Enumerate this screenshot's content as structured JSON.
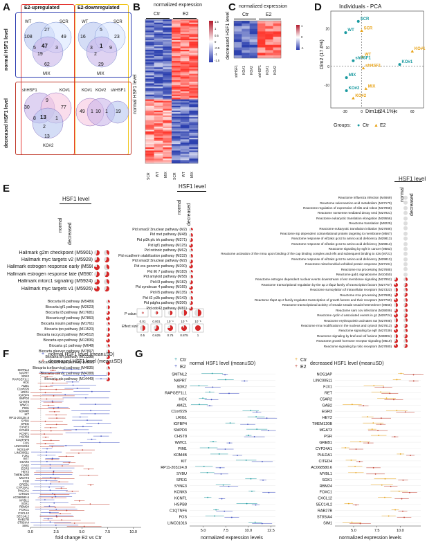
{
  "panels": {
    "A": "A",
    "B": "B",
    "C": "C",
    "D": "D",
    "E": "E",
    "F": "F",
    "G": "G"
  },
  "panelA": {
    "up_title": "E2-upregulated",
    "down_title": "E2-downregulated",
    "row_normal": "normal HSF1 level",
    "row_decreased": "decreased HSF1 level",
    "venn_up_normal": {
      "labels": [
        "WT",
        "SCR",
        "MIX"
      ],
      "nums": [
        "108",
        "27",
        "49",
        "5",
        "47",
        "3",
        "19",
        "62"
      ]
    },
    "venn_down_normal": {
      "labels": [
        "WT",
        "SCR",
        "MIX"
      ],
      "nums": [
        "16",
        "5",
        "23",
        "3",
        "1",
        "9",
        "2",
        "29"
      ]
    },
    "venn_up_decr": {
      "labels": [
        "shHSF1",
        "KO#1",
        "KO#2"
      ],
      "nums": [
        "30",
        "9",
        "77",
        "13",
        "8",
        "1",
        "2",
        "13"
      ]
    },
    "venn_down_decr": {
      "labels": [
        "KO#1",
        "KO#2",
        "shHSF1"
      ],
      "nums": [
        "49",
        "1",
        "10",
        "1",
        "19"
      ]
    }
  },
  "panelB": {
    "title": "normalized expression",
    "ctr": "Ctr",
    "e2": "E2",
    "side": "normal HSF1 level",
    "cols": [
      "SCR",
      "WT",
      "MIX",
      "SCR",
      "WT",
      "MIX"
    ],
    "scale": [
      "1.5",
      "1",
      "0.5",
      "0",
      "-0.5",
      "-1",
      "-1.5"
    ]
  },
  "panelC": {
    "title": "normalized expression",
    "ctr": "Ctr",
    "e2": "E2",
    "side": "decreased HSF1 level",
    "cols": [
      "shHSF1",
      "KO#1",
      "KO#2",
      "shHSF1",
      "KO#1",
      "KO#2"
    ],
    "scale": [
      "1",
      "0",
      "-1"
    ]
  },
  "panelD": {
    "title": "Individuals - PCA",
    "xlabel": "Dim1 (24.1%)",
    "ylabel": "Dim2 (17.6%)",
    "groups_label": "Groups:",
    "legend": [
      {
        "name": "Ctr",
        "color": "#1a9aa0"
      },
      {
        "name": "E2",
        "color": "#e8a317"
      }
    ],
    "xticks": [
      "-20",
      "0",
      "20",
      "40",
      "60"
    ],
    "yticks": [
      "20",
      "10",
      "0",
      "-10"
    ],
    "points": [
      {
        "label": "SCR",
        "g": "Ctr",
        "x": -4,
        "y": 24
      },
      {
        "label": "SCR",
        "g": "E2",
        "x": 0,
        "y": 19
      },
      {
        "label": "WT",
        "g": "Ctr",
        "x": -19,
        "y": 18
      },
      {
        "label": "KO#1",
        "g": "E2",
        "x": 60,
        "y": 8
      },
      {
        "label": "WT",
        "g": "E2",
        "x": 1,
        "y": 5
      },
      {
        "label": "shHSF1",
        "g": "Ctr",
        "x": -10,
        "y": 3
      },
      {
        "label": "KO#1",
        "g": "Ctr",
        "x": 45,
        "y": 1
      },
      {
        "label": "shHSF1",
        "g": "E2",
        "x": 2,
        "y": -1
      },
      {
        "label": "MIX",
        "g": "Ctr",
        "x": -18,
        "y": -6
      },
      {
        "label": "MIX",
        "g": "E2",
        "x": 5,
        "y": -12
      },
      {
        "label": "KO#2",
        "g": "Ctr",
        "x": -18,
        "y": -13
      },
      {
        "label": "KO#2",
        "g": "E2",
        "x": -10,
        "y": -17
      }
    ]
  },
  "panelE": {
    "hsf1_level": "HSF1 level",
    "normal": "normal",
    "decreased": "decreased",
    "hallmark": [
      "Hallmark g2m checkpoint (M5901)",
      "Hallmark myc targets v2 (M5928)",
      "Hallmark estrogen response early (M5906)",
      "Hallmark estrogen response late (M5907)",
      "Hallmark mtorc1 signaling (M5924)",
      "Hallmark myc targets v1 (M5926)"
    ],
    "biocarta": [
      "Biocarta il6 pathway (M5489)",
      "Biocarta igf1 pathway (M2623)",
      "Biocarta il3 pathway (M17681)",
      "Biocarta ngf pathway (M7860)",
      "Biocarta insulin pathway (M1761)",
      "Biocarta tpo pathway (M11520)",
      "Biocarta raccycd pathway (M14512)",
      "Biocarta epo pathway (M12836)",
      "Biocarta g1 pathway (M648)",
      "Biocarta gleevec pathway (M7897)",
      "Biocarta arf pathway (M11358)",
      "Biocarta p38mapk pathway (M862)",
      "Biocarta tcellsurvival pathway (M4835)",
      "Biocarta cdmac pathway (M4388)",
      "Biocarta ets pathway (M14449)"
    ],
    "pid": [
      "Pid smad2 3nuclear pathway (M2)",
      "Pid met pathway (M48)",
      "Pid pi3k plc trk pathway (M271)",
      "Pid igf1 pathway (M125)",
      "Pid retinoic pathway (M62)",
      "Pid ecadherin stabilization pathway (M232)",
      "Pid smad2 3nuclear pathway (M2)",
      "Pid era genomic pathway (M200)",
      "Pid il6 7 pathway (M183)",
      "Pid amyloid pathway (M58)",
      "Pid il3 pathway (M182)",
      "Pid syndecan 4 pathway (M165)",
      "Pid il5 pathway (M135)",
      "Pid il2 pi3k pathway (M143)",
      "Pid pdgfra pathway (M206)",
      "Pid cdc42 pathway (M81)"
    ],
    "pvalue_label": "P value:",
    "pvalues": [
      "0.01",
      "0.001",
      "10⁻⁴",
      "10⁻⁵",
      "10⁻⁶"
    ],
    "effect_label": "Effect size:",
    "effects": [
      "0.5",
      "0.625",
      "0.75",
      "0.875",
      "1"
    ],
    "reactome": [
      "Reactome influenza infection (M4669)",
      "Reactome selenoamino acid metabolism (M27170)",
      "Reactome regulation of expression of slits and robos (M27968)",
      "Reactome nonsense mediated decay nmd (M27921)",
      "Reactome eukaryotic translation elongation (M29556)",
      "Reactome translation (M8229)",
      "Reactome eukaryotic translation initiation (M27686)",
      "Reactome srp dependent cotranslational protein targeting to membrane (M567)",
      "Reactome response of eif2ak4 gcn2 to amino acid deficiency (M29813)",
      "Reactome response of eif2ak4 gcn2 to amino acid deficiency (M29813)",
      "Reactome signaling by egfr in cancer (M563)",
      "Reactome activation of the mrna upon binding of the cap binding complex and eifs and subsequent binding to 43s (M721)",
      "Reactome response of eif2ak4 gcn2 to amino acid deficiency (M29813)",
      "Reactome mitochondrial unfolded protein response (M27191)",
      "Reactome rna processing (M27685)",
      "Reactome gab1 signalosome (M10450)",
      "Reactome estrogen dependent nuclear events downstream of esr membrane signaling (M27952)",
      "Reactome transcriptional regulation by the ap 2 tfap2 family of transcription factors (M27757)",
      "Reactome sumoylation of intracellular receptors (M27323)",
      "Reactome rrna processing (M27685)",
      "Reactome tfap2 ap 2 family regulates transcription of growth factors and their receptors (M27760)",
      "Reactome transcriptional activity of smad2 smad3 smad4 heterotrimer (M665)",
      "Reactome sars cov infections (M39009)",
      "Reactome cyclin d associated events in g1 (M29724)",
      "Reactome erythropoietin activates ras (M27908)",
      "Reactome rrna modification in the nucleus and cytosol (M27613)",
      "Reactome signaling by egfr (M27039)",
      "Reactome signaling by braf and raf fusions (M38994)",
      "Reactome growth hormone receptor signaling (M519)",
      "Reactome signaling by robo receptors (M27880)"
    ]
  },
  "panelF": {
    "legend_normal": "normal HSF1 level (mean±SD)",
    "legend_decreased": "decreased HSF1 level (mean±SD)",
    "xlabel": "fold change E2 vs Ctr",
    "xticks": [
      "0.0",
      "2.5",
      "5.0",
      "7.5",
      "10.0"
    ],
    "genes": [
      "SMTNL2",
      "NAPRT",
      "SDK2",
      "RAPGEF1L1",
      "HCK",
      "AMZ1",
      "C1orf226",
      "LRIG1",
      "IGFBP4",
      "SMPD3",
      "CHST8",
      "WWC1",
      "PIM1",
      "KDM4B",
      "KIT",
      "RP11-203J24.8",
      "SYBU",
      "SPEG",
      "SYNE3",
      "KCNK6",
      "KCNF1",
      "HSPB8",
      "C1QTNF6",
      "FOS",
      "LINC01016",
      "NOS1AP",
      "LINC00511",
      "FJX1",
      "RET",
      "C5AR2",
      "GAB2",
      "EGR3",
      "HEY2",
      "TMEM120B",
      "MGAT3",
      "PGR",
      "GREB1",
      "CYP24A1",
      "PHLDA1",
      "CITED4",
      "AC068580.6",
      "MYBL1",
      "SGK1",
      "RBM24",
      "FOXC1",
      "CXCL12",
      "SEC14L2",
      "RAB27B",
      "ST8SIA4",
      "SIM1"
    ]
  },
  "panelG": {
    "ctr": "Ctr",
    "e2": "E2",
    "title_normal": "normal HSF1 level (mean±SD)",
    "title_decreased": "decreased HSF1 level (mean±SD)",
    "xlabel": "normalized expression levels",
    "xticks_left": [
      "5.0",
      "7.5",
      "10.0",
      "12.5"
    ],
    "xticks_right": [
      "5.0",
      "7.5",
      "10.0"
    ],
    "genes_left": [
      "SMTNL2",
      "NAPRT",
      "SDK2",
      "RAPGEF1L1",
      "HCK",
      "AMZ1",
      "C1orf226",
      "LRIG1",
      "IGFBP4",
      "SMPD3",
      "CHST8",
      "WWC1",
      "PIM1",
      "KDM4B",
      "KIT",
      "RP11-203J24.8",
      "SYBU",
      "SPEG",
      "SYNE3",
      "KCNK6",
      "KCNF1",
      "HSPB8",
      "C1QTNF6",
      "FOS",
      "LINC01016"
    ],
    "genes_right": [
      "NOS1AP",
      "LINC00511",
      "FJX1",
      "RET",
      "C5AR2",
      "GAB2",
      "EGR3",
      "HEY2",
      "TMEM120B",
      "MGAT3",
      "PGR",
      "GREB1",
      "CYP24A1",
      "PHLDA1",
      "CITED4",
      "AC068580.6",
      "MYBL1",
      "SGK1",
      "RBM24",
      "FOXC1",
      "CXCL12",
      "SEC14L2",
      "RAB27B",
      "ST8SIA4",
      "SIM1"
    ]
  },
  "colors": {
    "ctr": "#1a9aa0",
    "e2": "#e8a317",
    "blue": "#3b4cc0",
    "red": "#c0392b",
    "normal_box": "#2b3bb0",
    "decreased_box": "#c0392b"
  }
}
